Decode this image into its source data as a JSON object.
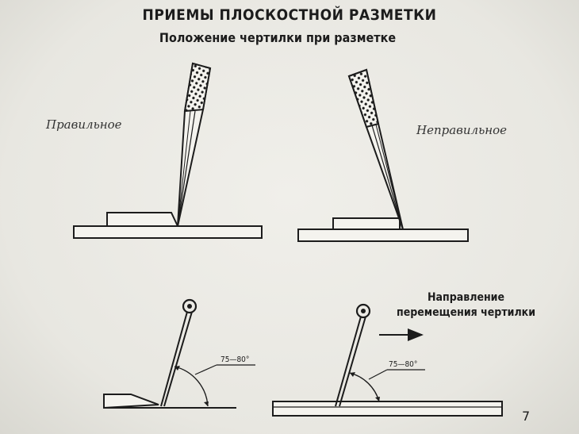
{
  "title": "ПРИЕМЫ ПЛОСКОСТНОЙ РАЗМЕТКИ",
  "subtitle": "Положение чертилки при разметке",
  "labels": {
    "correct": "Правильное",
    "incorrect": "Неправильное"
  },
  "direction": {
    "line1": "Направление",
    "line2": "перемещения чертилки"
  },
  "angle": "75—80°",
  "page_number": "7",
  "colors": {
    "background": "#e9e8e2",
    "ink": "#1c1c1c"
  }
}
